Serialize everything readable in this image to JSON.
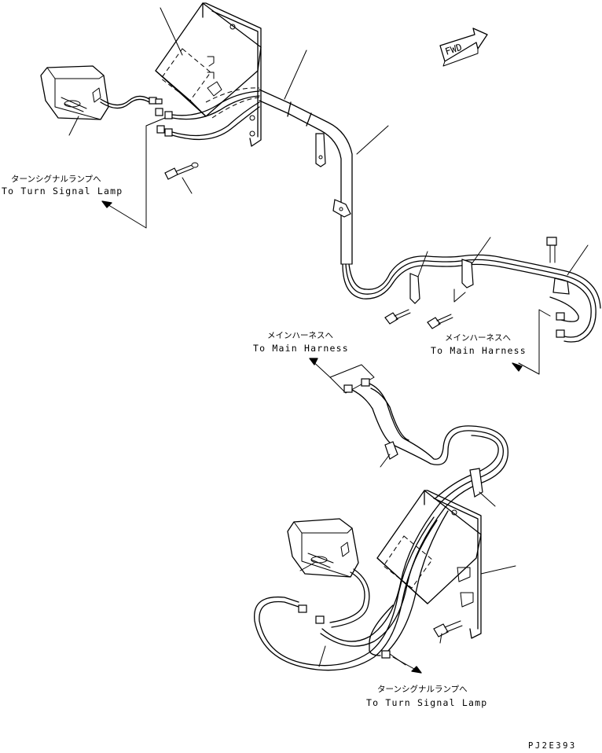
{
  "fwd_label": "FWD",
  "callouts": {
    "upper_turn_signal": {
      "jp": "ターンシグナルランプへ",
      "en": "To Turn Signal Lamp"
    },
    "left_main_harness": {
      "jp": "メインハーネスへ",
      "en": "To Main Harness"
    },
    "right_main_harness": {
      "jp": "メインハーネスへ",
      "en": "To Main Harness"
    },
    "lower_turn_signal": {
      "jp": "ターンシグナルランプへ",
      "en": "To Turn Signal Lamp"
    }
  },
  "drawing_code": "PJ2E393"
}
